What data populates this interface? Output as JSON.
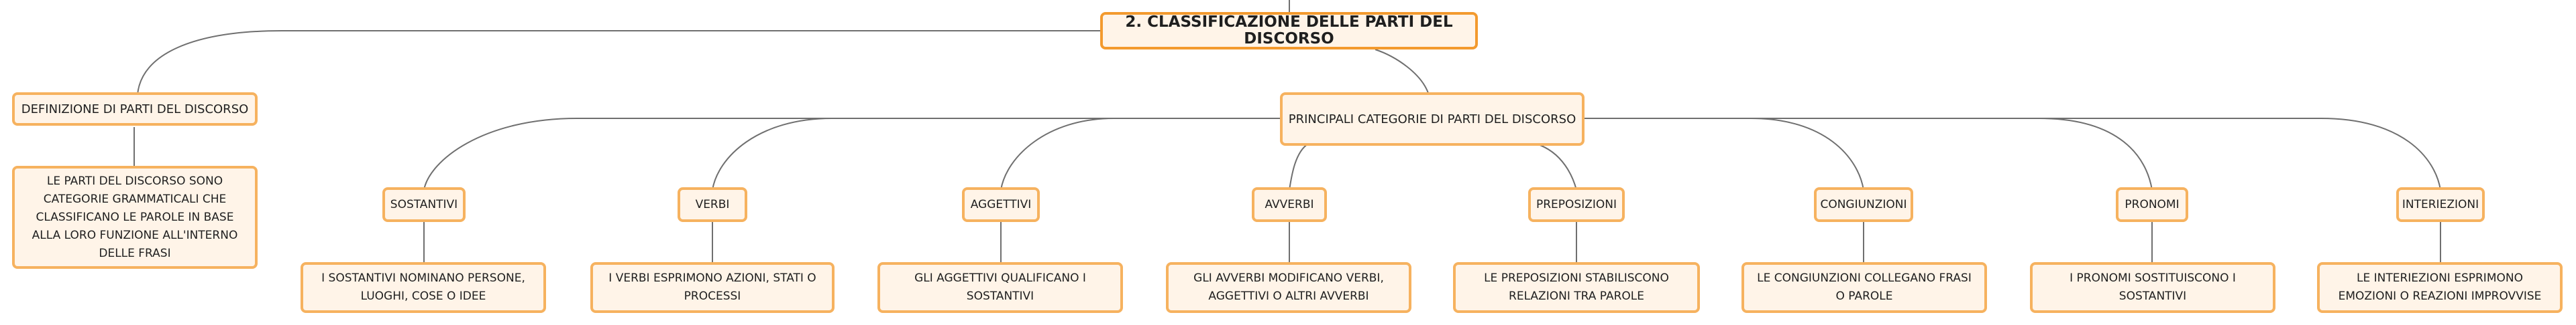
{
  "root": {
    "label": "2. CLASSIFICAZIONE DELLE PARTI DEL DISCORSO"
  },
  "definition": {
    "title": "DEFINIZIONE DI PARTI DEL DISCORSO",
    "text": "LE PARTI DEL DISCORSO SONO CATEGORIE GRAMMATICALI CHE CLASSIFICANO LE PAROLE IN BASE ALLA LORO FUNZIONE ALL'INTERNO DELLE FRASI"
  },
  "categories_hub": {
    "label": "PRINCIPALI CATEGORIE DI PARTI DEL DISCORSO"
  },
  "categories": [
    {
      "label": "SOSTANTIVI",
      "description": "I SOSTANTIVI NOMINANO PERSONE, LUOGHI, COSE O IDEE"
    },
    {
      "label": "VERBI",
      "description": "I VERBI ESPRIMONO AZIONI, STATI O PROCESSI"
    },
    {
      "label": "AGGETTIVI",
      "description": "GLI AGGETTIVI QUALIFICANO I SOSTANTIVI"
    },
    {
      "label": "AVVERBI",
      "description": "GLI AVVERBI MODIFICANO VERBI, AGGETTIVI O ALTRI AVVERBI"
    },
    {
      "label": "PREPOSIZIONI",
      "description": "LE PREPOSIZIONI STABILISCONO RELAZIONI TRA PAROLE"
    },
    {
      "label": "CONGIUNZIONI",
      "description": "LE CONGIUNZIONI COLLEGANO FRASI O PAROLE"
    },
    {
      "label": "PRONOMI",
      "description": "I PRONOMI SOSTITUISCONO I SOSTANTIVI"
    },
    {
      "label": "INTERIEZIONI",
      "description": "LE INTERIEZIONI ESPRIMONO EMOZIONI O REAZIONI IMPROVVISE"
    }
  ],
  "colors": {
    "node_fill": "#fff4e8",
    "node_border": "#f6b25f",
    "root_border": "#f39a2e",
    "edge": "#6f6f6f"
  }
}
